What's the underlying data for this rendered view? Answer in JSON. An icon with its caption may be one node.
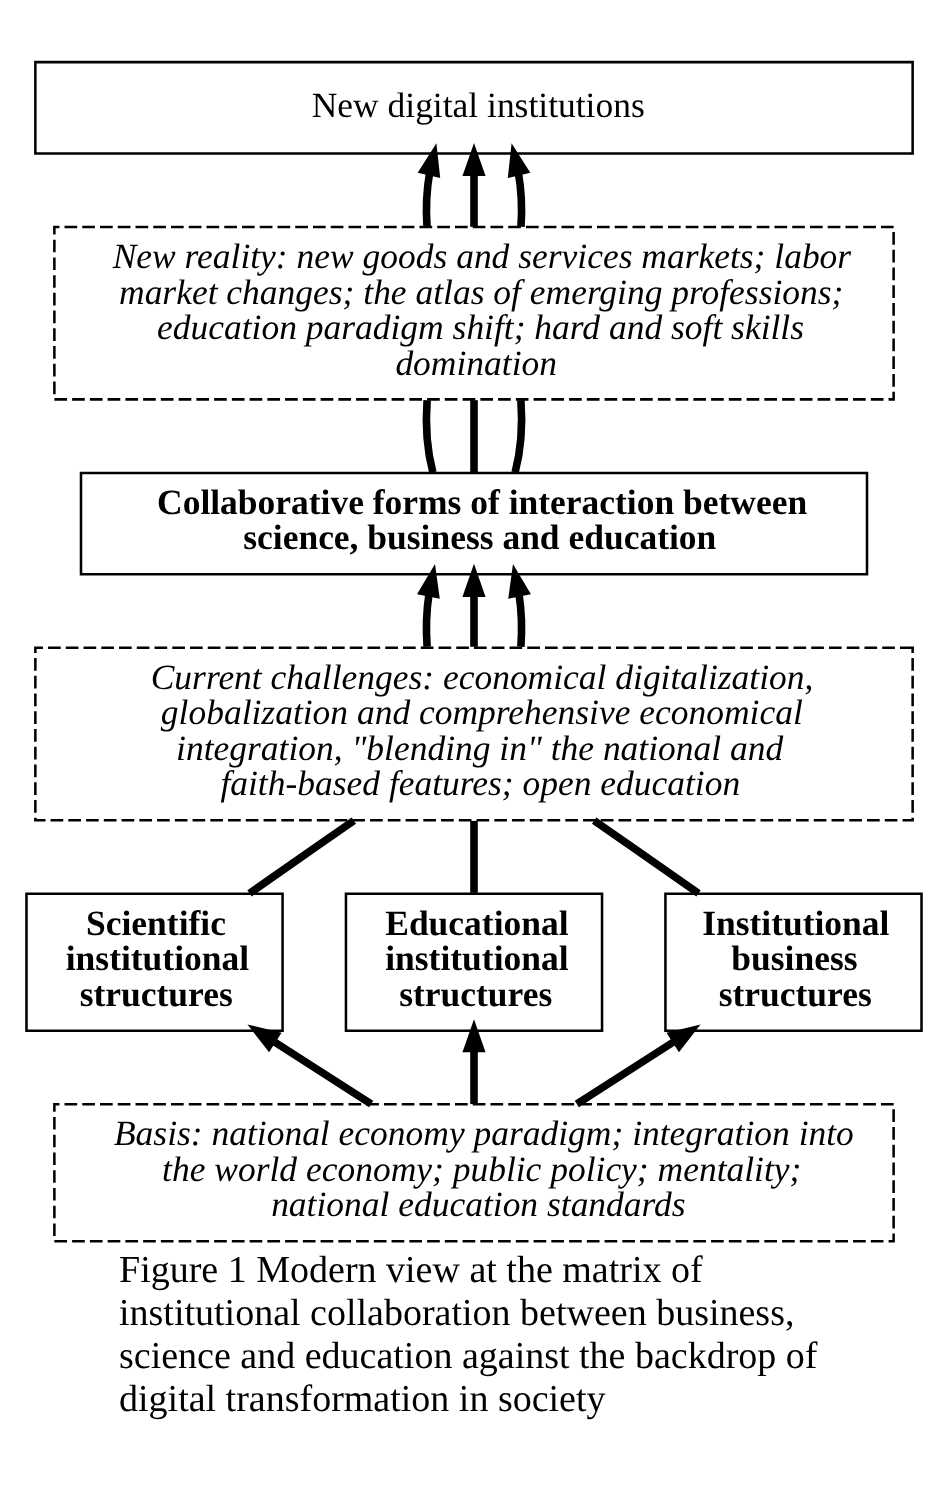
{
  "diagram": {
    "caption": "Figure 1 Modern view at the matrix of institutional collaboration between business, science and education against the backdrop of digital transformation in society",
    "nodes": [
      {
        "text": [
          "New digital institutions"
        ]
      },
      {
        "text": [
          "New reality: new goods and services markets; labor market changes; the atlas of emerging professions; education paradigm shift; hard and soft skills domination"
        ]
      },
      {
        "text": [
          "Collaborative forms of interaction between science, business and education"
        ]
      },
      {
        "text": [
          "Current challenges: economical digitalization, globalization and comprehensive economical integration, \"blending in\" the national and faith-based features; open education"
        ]
      },
      {
        "text": [
          "Scientific institutional structures"
        ]
      },
      {
        "text": [
          "Educational institutional structures"
        ]
      },
      {
        "text": [
          "Institutional business structures"
        ]
      },
      {
        "text": [
          "Basis: national economy paradigm; integration into the world economy; public policy; mentality; national education standards"
        ]
      }
    ],
    "edges": [
      {
        "from": 1,
        "to": 0,
        "arrow": "to"
      },
      {
        "from": 1,
        "to": 0,
        "arrow": "to"
      },
      {
        "from": 1,
        "to": 0,
        "arrow": "to"
      },
      {
        "from": 2,
        "to": 1,
        "arrow": "none"
      },
      {
        "from": 2,
        "to": 1,
        "arrow": "none"
      },
      {
        "from": 2,
        "to": 1,
        "arrow": "none"
      },
      {
        "from": 3,
        "to": 2,
        "arrow": "to"
      },
      {
        "from": 3,
        "to": 2,
        "arrow": "to"
      },
      {
        "from": 3,
        "to": 2,
        "arrow": "to"
      },
      {
        "from": 4,
        "to": 3,
        "arrow": "none"
      },
      {
        "from": 5,
        "to": 3,
        "arrow": "none"
      },
      {
        "from": 6,
        "to": 3,
        "arrow": "none"
      },
      {
        "from": 7,
        "to": 4,
        "arrow": "to"
      },
      {
        "from": 7,
        "to": 5,
        "arrow": "to"
      },
      {
        "from": 7,
        "to": 6,
        "arrow": "to"
      }
    ]
  }
}
